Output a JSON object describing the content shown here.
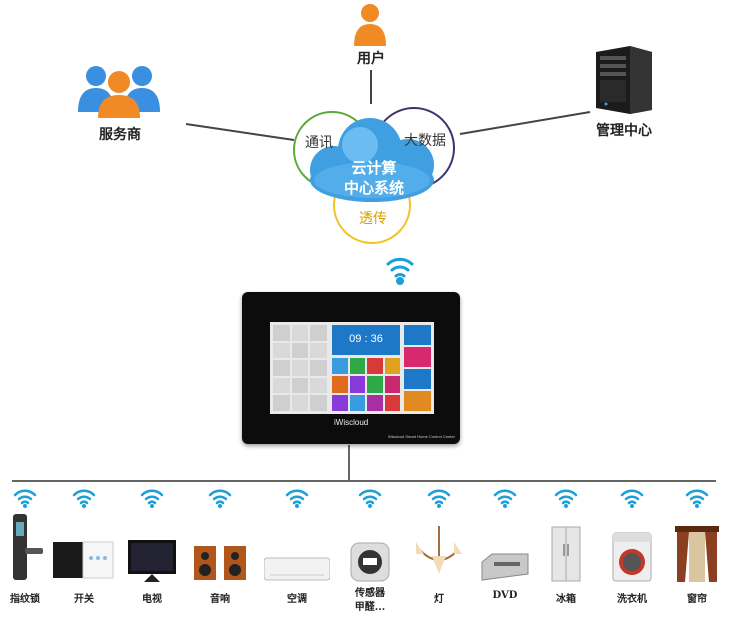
{
  "top_nodes": {
    "user": "用户",
    "provider": "服务商",
    "management": "管理中心"
  },
  "cloud": {
    "center_line1": "云计算",
    "center_line2": "中心系统",
    "ring_left": "通讯",
    "ring_right": "大数据",
    "ring_bottom": "透传"
  },
  "panel": {
    "brand": "iWiscloud",
    "subtitle": "Wiscloud Smart Home Control Center",
    "clock": "09 : 36"
  },
  "devices": [
    {
      "label": "指纹锁",
      "icon": "fingerprint-lock-icon"
    },
    {
      "label": "开关",
      "icon": "wall-switch-icon"
    },
    {
      "label": "电视",
      "icon": "tv-icon"
    },
    {
      "label": "音响",
      "icon": "speaker-icon"
    },
    {
      "label": "空调",
      "icon": "air-conditioner-icon"
    },
    {
      "label": "传感器",
      "label2": "甲醛...",
      "icon": "sensor-icon"
    },
    {
      "label": "灯",
      "icon": "chandelier-icon"
    },
    {
      "label": "DVD",
      "icon": "dvd-player-icon"
    },
    {
      "label": "冰箱",
      "icon": "fridge-icon"
    },
    {
      "label": "洗衣机",
      "icon": "washing-machine-icon"
    },
    {
      "label": "窗帘",
      "icon": "curtain-icon"
    }
  ],
  "colors": {
    "wifi": "#1aa0d8",
    "ring_green": "#5aa83a",
    "ring_purple": "#3a3570",
    "ring_yellow": "#f2c320",
    "cloud": "#3f9fe0",
    "person_orange": "#f08a24",
    "person_blue": "#3a8fe0"
  }
}
